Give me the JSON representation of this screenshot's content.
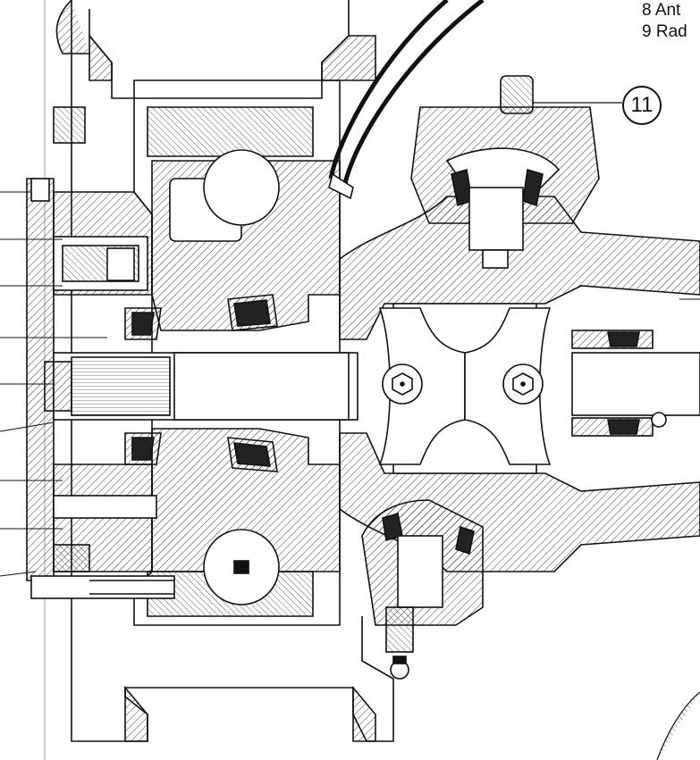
{
  "legend": {
    "items": [
      {
        "number": "8",
        "text": "Ant"
      },
      {
        "number": "9",
        "text": "Rad"
      }
    ]
  },
  "callout": {
    "number": "11"
  }
}
